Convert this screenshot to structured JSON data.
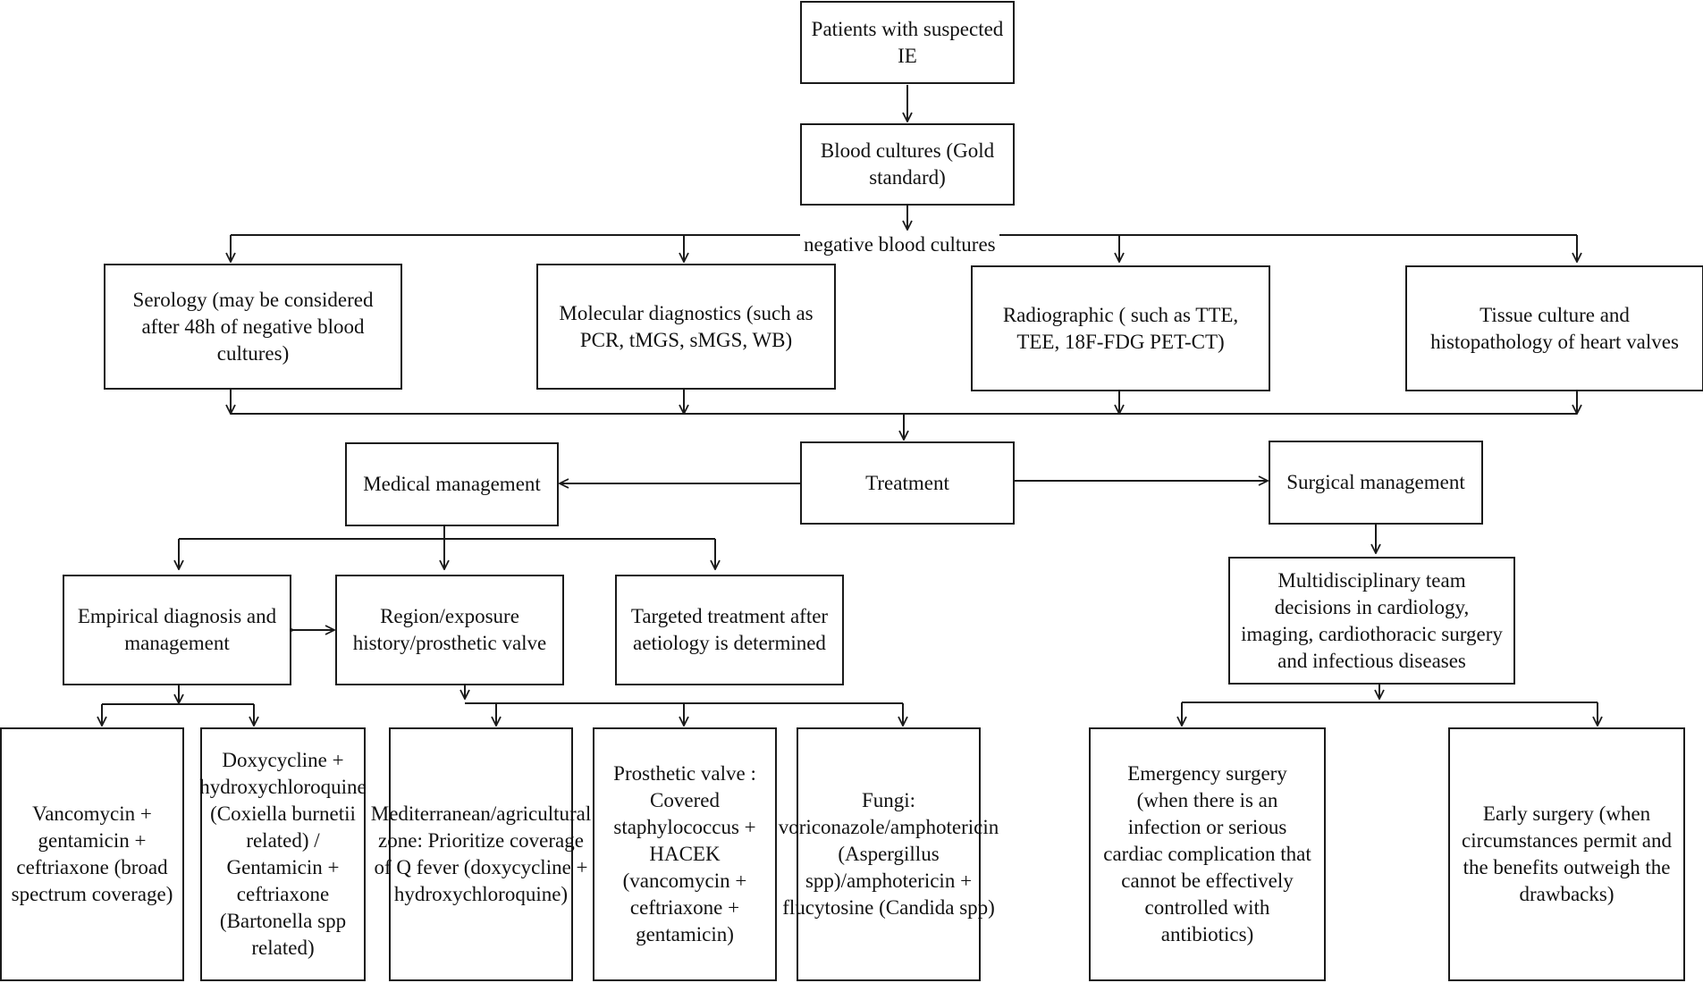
{
  "flowchart": {
    "start": "Patients with suspected IE",
    "blood_cultures": "Blood cultures (Gold standard)",
    "negative_label": "negative blood cultures",
    "diagnostics": {
      "serology": "Serology (may be considered after 48h of negative blood cultures)",
      "molecular": "Molecular diagnostics (such as PCR, tMGS, sMGS, WB)",
      "radiographic": "Radiographic ( such as TTE, TEE, 18F-FDG PET-CT)",
      "tissue": "Tissue culture and histopathology of heart valves"
    },
    "treatment": "Treatment",
    "medical": "Medical management",
    "surgical": "Surgical management",
    "empirical": "Empirical diagnosis and management",
    "region": "Region/exposure history/prosthetic valve",
    "targeted": "Targeted treatment after aetiology is determined",
    "mdt": "Multidisciplinary team decisions in cardiology, imaging, cardiothoracic surgery and infectious diseases",
    "regimens": {
      "vancomycin": "Vancomycin + gentamicin + ceftriaxone (broad spectrum coverage)",
      "doxycycline": "Doxycycline + hydroxychloroquine (Coxiella burnetii related) / Gentamicin + ceftriaxone (Bartonella spp related)",
      "mediterranean": "Mediterranean/agricultural zone: Prioritize coverage of Q fever (doxycycline + hydroxychloroquine)",
      "prosthetic": "Prosthetic valve : Covered staphylococcus + HACEK (vancomycin + ceftriaxone + gentamicin)",
      "fungi": "Fungi: voriconazole/amphotericin (Aspergillus spp)/amphotericin + flucytosine (Candida spp)"
    },
    "surgery": {
      "emergency": "Emergency surgery (when there is an infection or serious cardiac complication that cannot be effectively controlled with antibiotics)",
      "early": "Early surgery (when circumstances permit and the benefits outweigh the drawbacks)"
    }
  }
}
